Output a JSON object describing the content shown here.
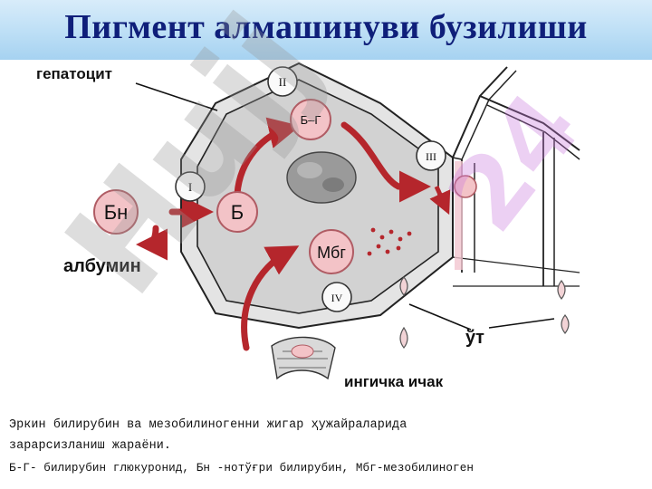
{
  "title": "Пигмент  алмашинуви бузилиши",
  "labels": {
    "hepatocyte": "гепатоцит",
    "albumin": "албумин",
    "bile": "ўт",
    "small_intestine": "ингичка ичак"
  },
  "circles": {
    "bn": "Бн",
    "b": "Б",
    "bg": "Б–Г",
    "mbg": "Мбг",
    "roman_1": "I",
    "roman_2": "II",
    "roman_3": "III",
    "roman_4": "IV"
  },
  "captions": [
    "Эркин билирубин ва мезобилиногенни жигар ҳужайраларида",
    "зарарсизланиш жараёни.",
    "Б-Г- билирубин глюкуронид, Бн -нотўғри билирубин, Мбг-мезобилиноген"
  ]
}
